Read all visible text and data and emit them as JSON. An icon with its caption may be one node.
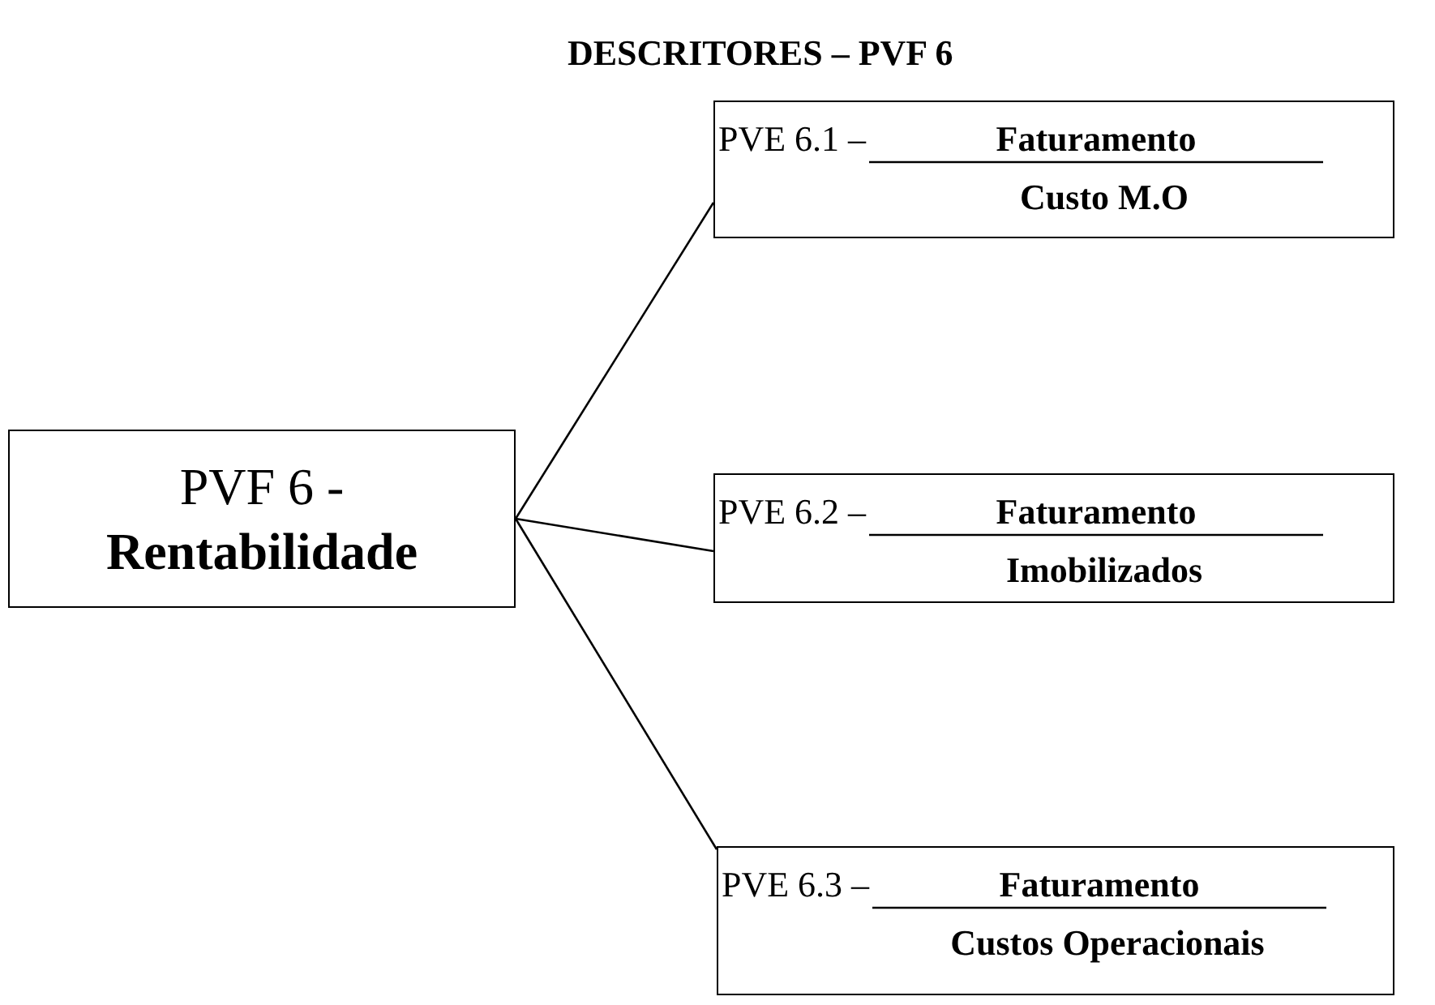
{
  "diagram": {
    "title": "DESCRITORES – PVF 6",
    "nodes": [
      {
        "text": [
          "PVF 6 -",
          "Rentabilidade"
        ]
      },
      {
        "text": [
          "PVE 6.1 –",
          "Faturamento",
          "Custo M.O"
        ]
      },
      {
        "text": [
          "PVE 6.2 –",
          "Faturamento",
          "Imobilizados"
        ]
      },
      {
        "text": [
          "PVE 6.3 –",
          "Faturamento",
          "Custos Operacionais"
        ]
      }
    ],
    "edges": [
      {
        "from": 0,
        "to": 1,
        "arrow": "none"
      },
      {
        "from": 0,
        "to": 2,
        "arrow": "none"
      },
      {
        "from": 0,
        "to": 3,
        "arrow": "none"
      }
    ]
  }
}
